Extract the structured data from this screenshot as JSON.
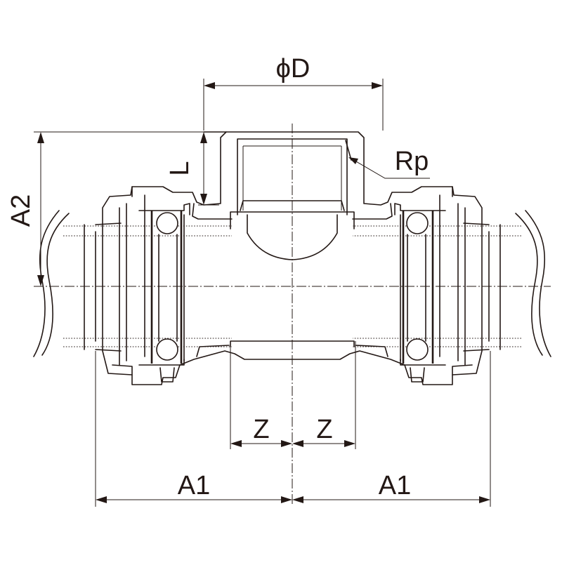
{
  "diagram": {
    "labels": {
      "phi_d": "ϕD",
      "rp": "Rp",
      "l": "L",
      "a2": "A2",
      "z_left": "Z",
      "z_right": "Z",
      "a1_left": "A1",
      "a1_right": "A1"
    }
  }
}
